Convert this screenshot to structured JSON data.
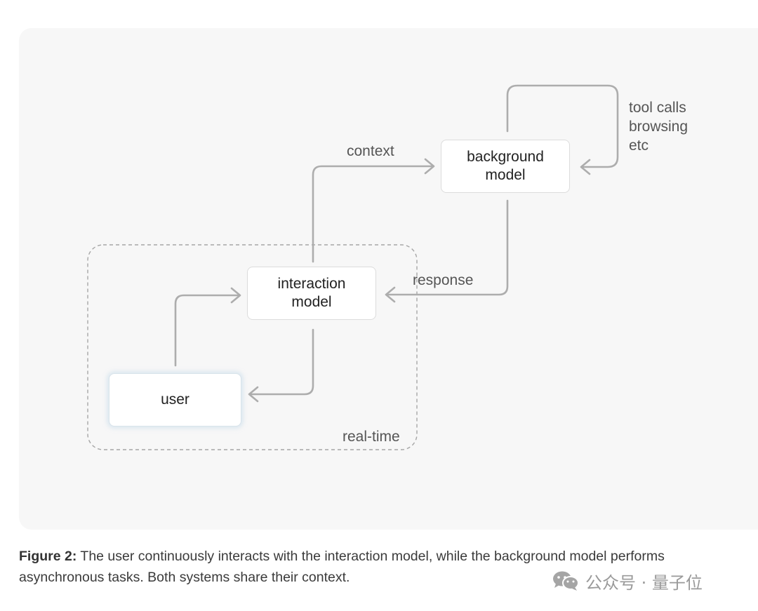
{
  "nodes": {
    "user": "user",
    "interaction_model": "interaction\nmodel",
    "background_model": "background\nmodel"
  },
  "labels": {
    "context": "context",
    "response": "response",
    "loop": "tool calls\nbrowsing\netc",
    "group": "real-time"
  },
  "caption": {
    "figure_label": "Figure 2:",
    "text": " The user continuously interacts with the interaction model, while the background model performs asynchronous tasks. Both systems share their context."
  },
  "watermark": {
    "icon": "wechat-icon",
    "text": "公众号 · 量子位"
  },
  "colors": {
    "panel_background": "#f7f7f7",
    "arrow": "#adadad",
    "group_border": "#a6a6a6"
  }
}
